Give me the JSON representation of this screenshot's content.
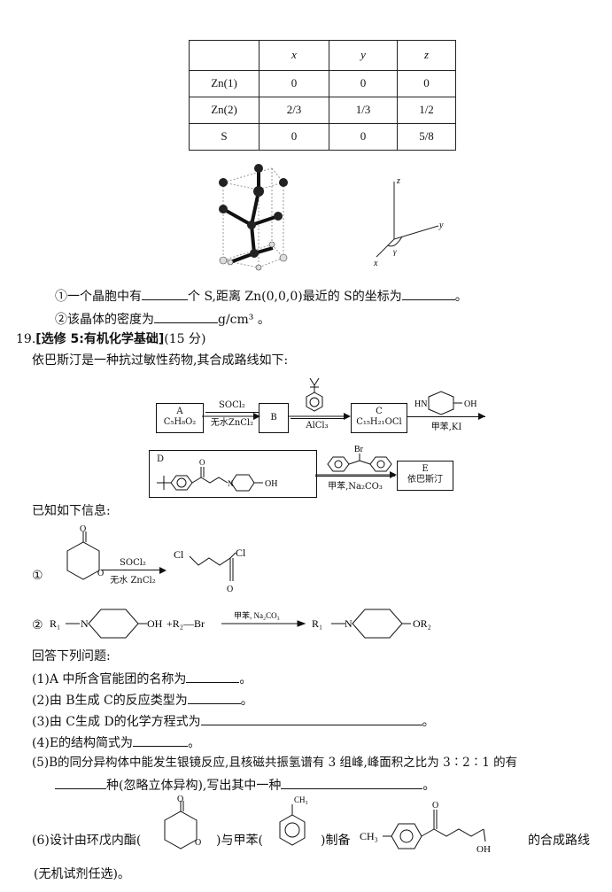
{
  "table": {
    "headers": [
      "",
      "x",
      "y",
      "z"
    ],
    "rows": [
      [
        "Zn(1)",
        "0",
        "0",
        "0"
      ],
      [
        "Zn(2)",
        "2/3",
        "1/3",
        "1/2"
      ],
      [
        "S",
        "0",
        "0",
        "5/8"
      ]
    ]
  },
  "axes": {
    "x": "x",
    "y": "y",
    "z": "z",
    "gamma": "γ"
  },
  "q_cell": {
    "line1_a": "①一个晶胞中有",
    "line1_b": "个 S,距离 Zn(0,0,0)最近的 S的坐标为",
    "line1_c": "。",
    "line2_a": "②该晶体的密度为",
    "line2_b": "g/cm³ 。"
  },
  "q19": {
    "number": "19.",
    "title": "[选修 5:有机化学基础]",
    "score": "(15 分)",
    "intro": "依巴斯汀是一种抗过敏性药物,其合成路线如下:",
    "route": {
      "A_label": "A",
      "A_formula": "C₅H₈O₂",
      "reagent1_top": "SOCl₂",
      "reagent1_bottom": "无水ZnCl₂",
      "B_label": "B",
      "reagent2_bottom": "AlCl₃",
      "C_label": "C",
      "C_formula": "C₁₅H₂₁OCl",
      "reagent3_top": "HN",
      "reagent3_oh": "OH",
      "reagent3_bottom": "甲苯,KI",
      "D_label": "D",
      "D_oh": "OH",
      "reagent4_top": "Br",
      "reagent4_bottom": "甲苯,Na₂CO₃",
      "E_label": "E",
      "E_name": "依巴斯汀"
    },
    "known": "已知如下信息:",
    "info1": {
      "num": "①",
      "reagent_top": "SOCl₂",
      "reagent_bottom": "无水 ZnCl₂",
      "cl_left": "Cl",
      "cl_right": "Cl"
    },
    "info2": {
      "num": "②",
      "r1": "R₁",
      "n": "N",
      "oh": "OH",
      "plus_r2br": "+R₂—Br",
      "reagent_top": "甲苯, Na₂CO₃",
      "r1_prod": "R₁",
      "n_prod": "N",
      "or2": "OR₂"
    },
    "answer_prompt": "回答下列问题:",
    "q1_a": "(1)A 中所含官能团的名称为",
    "q1_b": "。",
    "q2_a": "(2)由 B生成 C的反应类型为",
    "q2_b": "。",
    "q3_a": "(3)由 C生成 D的化学方程式为",
    "q3_b": "。",
    "q4_a": "(4)E的结构简式为",
    "q4_b": "。",
    "q5_a": "(5)B的同分异构体中能发生银镜反应,且核磁共振氢谱有 3 组峰,峰面积之比为 3∶2∶1 的有",
    "q5_b": "种(忽略立体异构),写出其中一种",
    "q5_c": "。",
    "q6_a": "(6)设计由环戊内酯(",
    "q6_b": ")与甲苯(",
    "q6_c": ")制备",
    "q6_ch3_a": "CH₃",
    "q6_ch3_b": "CH₃",
    "q6_oh": "OH",
    "q6_d": "的合成路线",
    "q6_note": "(无机试剂任选)。"
  }
}
